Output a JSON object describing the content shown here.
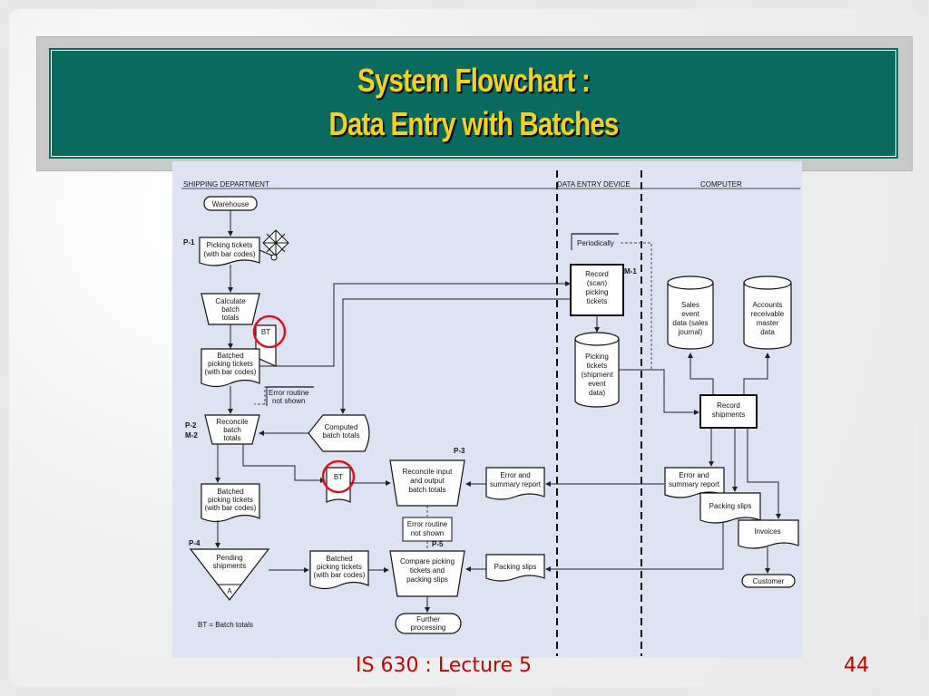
{
  "slide": {
    "title_line1": "System Flowchart :",
    "title_line2": "Data Entry with Batches",
    "footer": "IS 630 : Lecture 5",
    "page_number": "44"
  },
  "diagram": {
    "columns": {
      "shipping": "SHIPPING DEPARTMENT",
      "data_entry": "DATA ENTRY DEVICE",
      "computer": "COMPUTER"
    },
    "labels": {
      "p1": "P-1",
      "p2": "P-2",
      "m2": "M-2",
      "p3": "P-3",
      "p4": "P-4",
      "p5": "P-5",
      "m1": "M-1"
    },
    "nodes": {
      "warehouse": "Warehouse",
      "picking_tickets_1": "Picking tickets",
      "picking_tickets_2": "(with bar codes)",
      "calc_1": "Calculate",
      "calc_2": "batch",
      "calc_3": "totals",
      "bt": "BT",
      "batched_1": "Batched",
      "batched_2": "picking tickets",
      "batched_3": "(with bar codes)",
      "error_routine_1": "Error routine",
      "error_routine_2": "not shown",
      "reconcile_1": "Reconcile",
      "reconcile_2": "batch",
      "reconcile_3": "totals",
      "computed_1": "Computed",
      "computed_2": "batch totals",
      "pending_1": "Pending",
      "pending_2": "shipments",
      "pending_a": "A",
      "reconcile_io_1": "Reconcile input",
      "reconcile_io_2": "and output",
      "reconcile_io_3": "batch totals",
      "error_summary_1": "Error and",
      "error_summary_2": "summary report",
      "compare_1": "Compare picking",
      "compare_2": "tickets and",
      "compare_3": "packing slips",
      "packing_slips": "Packing slips",
      "further_1": "Further",
      "further_2": "processing",
      "periodically": "Periodically",
      "record_scan_1": "Record",
      "record_scan_2": "(scan)",
      "record_scan_3": "picking",
      "record_scan_4": "tickets",
      "picking_db_1": "Picking",
      "picking_db_2": "tickets",
      "picking_db_3": "(shipment",
      "picking_db_4": "event",
      "picking_db_5": "data)",
      "sales_db_1": "Sales",
      "sales_db_2": "event",
      "sales_db_3": "data (sales",
      "sales_db_4": "journal)",
      "ar_db_1": "Accounts",
      "ar_db_2": "receivable",
      "ar_db_3": "master",
      "ar_db_4": "data",
      "record_ship_1": "Record",
      "record_ship_2": "shipments",
      "invoices": "Invoices",
      "customer": "Customer"
    },
    "legend": "BT = Batch totals",
    "highlight_color": "#e0101a"
  }
}
